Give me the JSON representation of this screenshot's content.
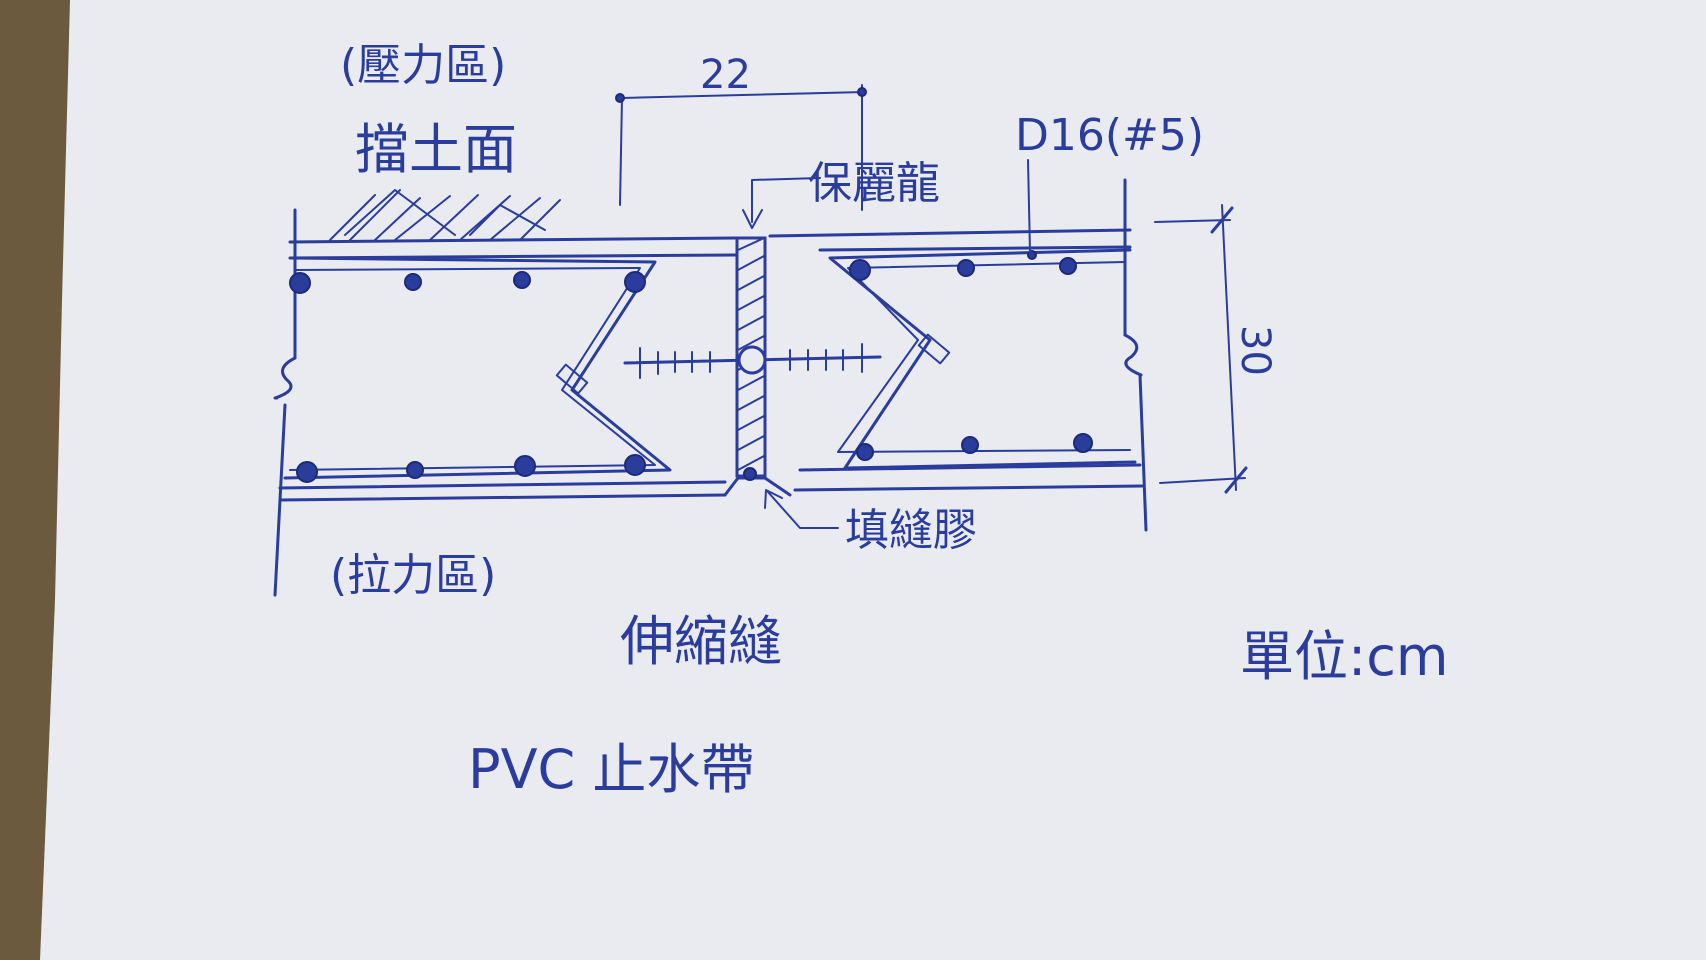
{
  "labels": {
    "compression_zone": "(壓力區)",
    "retaining_wall": "擋土面",
    "dim_width": "22",
    "bar_spec": "D16(#5)",
    "protection": "保麗龍",
    "dim_height": "30",
    "tension_zone": "(拉力區)",
    "joint_filler": "填縫膠",
    "expansion_joint": "伸縮縫",
    "waterstop": "PVC 止水帶",
    "unit": "單位:cm"
  },
  "colors": {
    "ink": "#2b3d9c",
    "paper": "#e9ebf0",
    "table": "#6b5a3e"
  }
}
